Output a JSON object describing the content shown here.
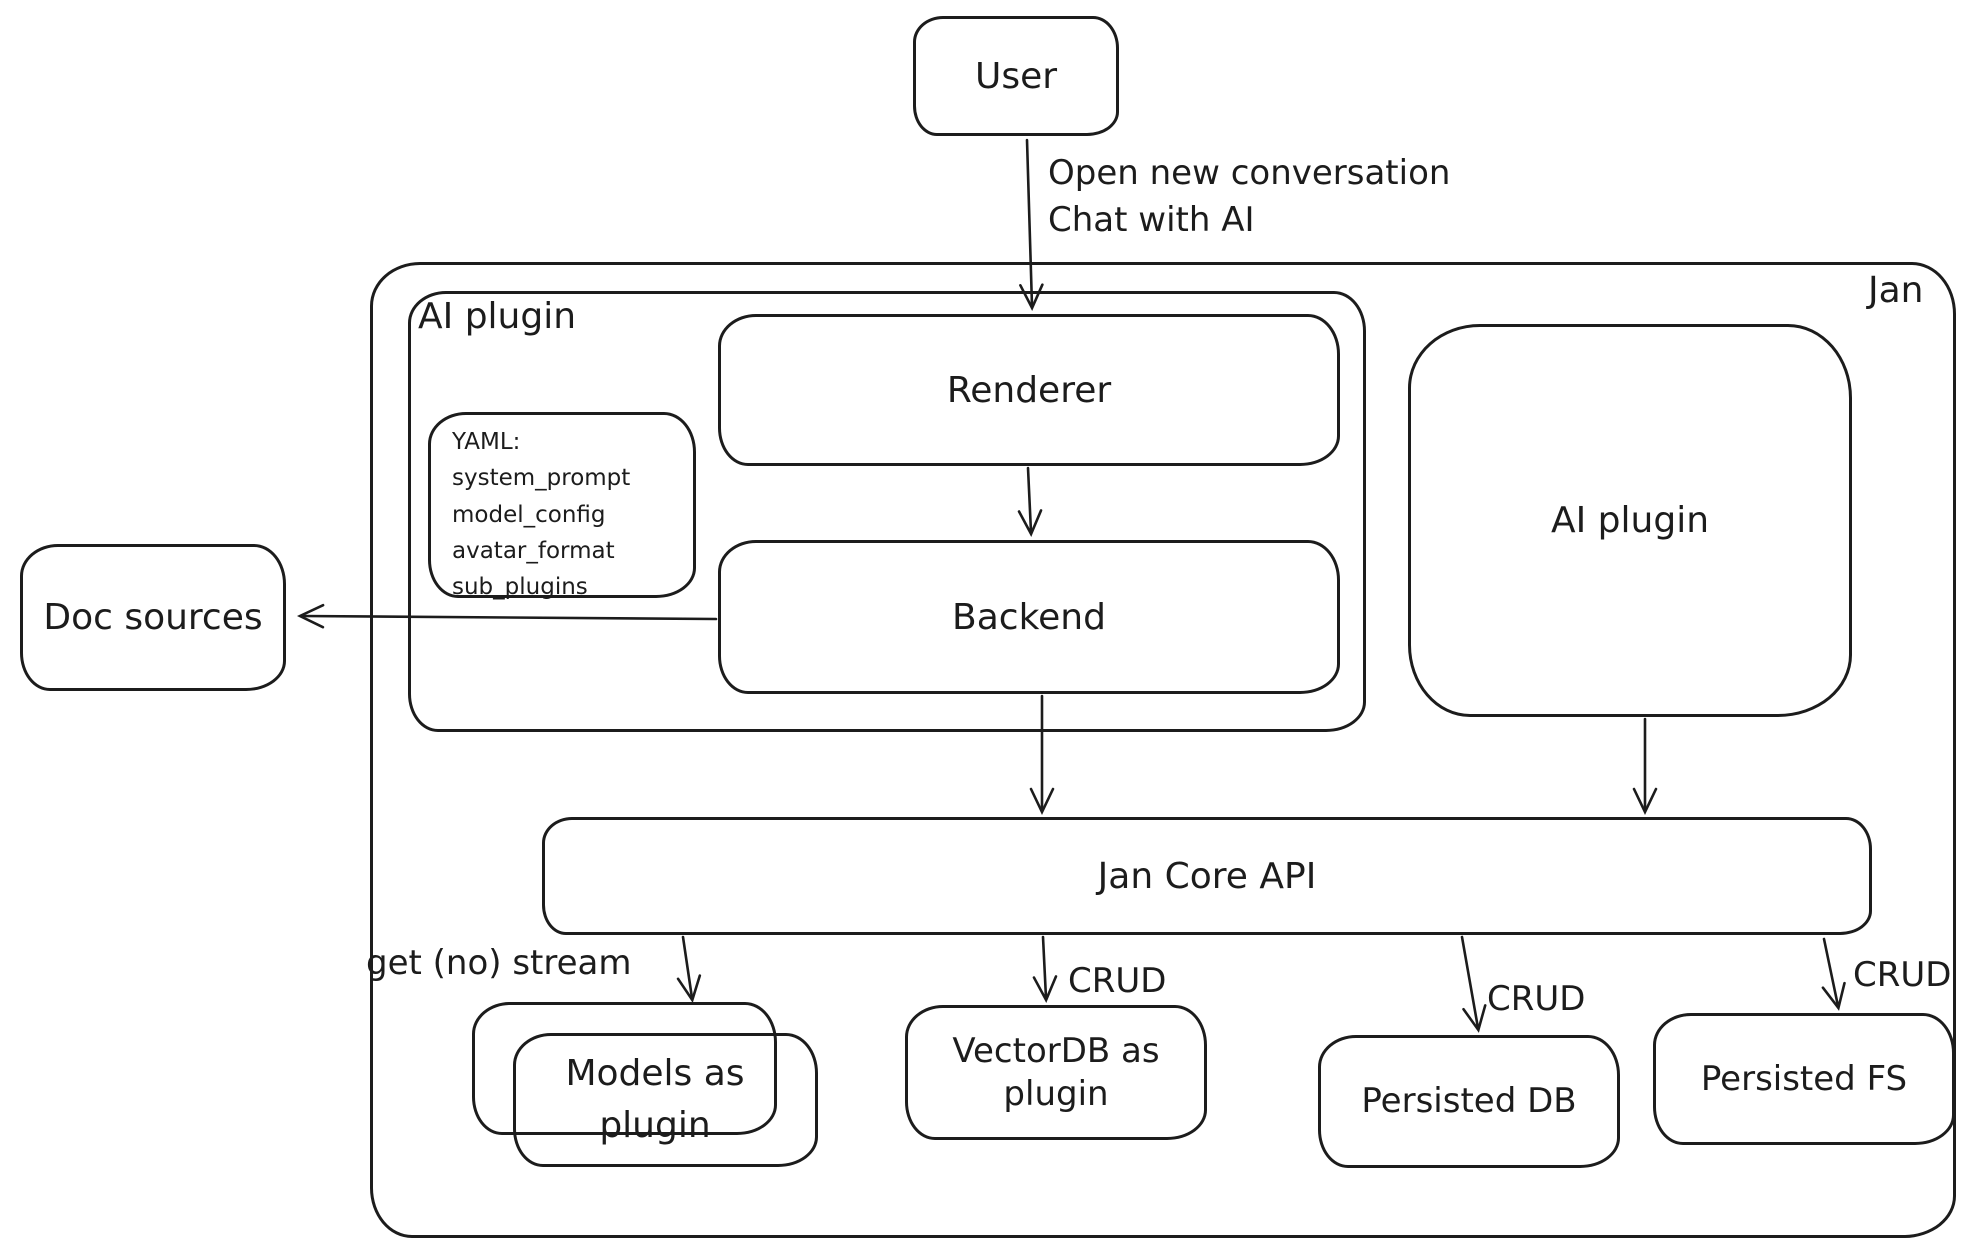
{
  "nodes": {
    "user": {
      "label": "User"
    },
    "jan_container": {
      "label": "Jan"
    },
    "ai_plugin_group": {
      "label": "AI plugin"
    },
    "yaml_note": {
      "lines": [
        "YAML:",
        "system_prompt",
        "model_config",
        "avatar_format",
        "sub_plugins"
      ]
    },
    "renderer": {
      "label": "Renderer"
    },
    "backend": {
      "label": "Backend"
    },
    "ai_plugin": {
      "label": "AI plugin"
    },
    "doc_sources": {
      "label": "Doc sources"
    },
    "jan_core_api": {
      "label": "Jan Core API"
    },
    "models_as_plugin": {
      "line1": "Models as",
      "line2": "plugin"
    },
    "vectordb_as_plugin": {
      "line1": "VectorDB as",
      "line2": "plugin"
    },
    "persisted_db": {
      "label": "Persisted DB"
    },
    "persisted_fs": {
      "label": "Persisted FS"
    }
  },
  "edge_labels": {
    "user_to_renderer_line1": "Open new conversation",
    "user_to_renderer_line2": "Chat with AI",
    "core_to_models": "get (no) stream",
    "core_to_vectordb": "CRUD",
    "core_to_persisted_db": "CRUD",
    "core_to_persisted_fs": "CRUD"
  },
  "colors": {
    "stroke": "#1c1c1c",
    "background": "#ffffff"
  }
}
